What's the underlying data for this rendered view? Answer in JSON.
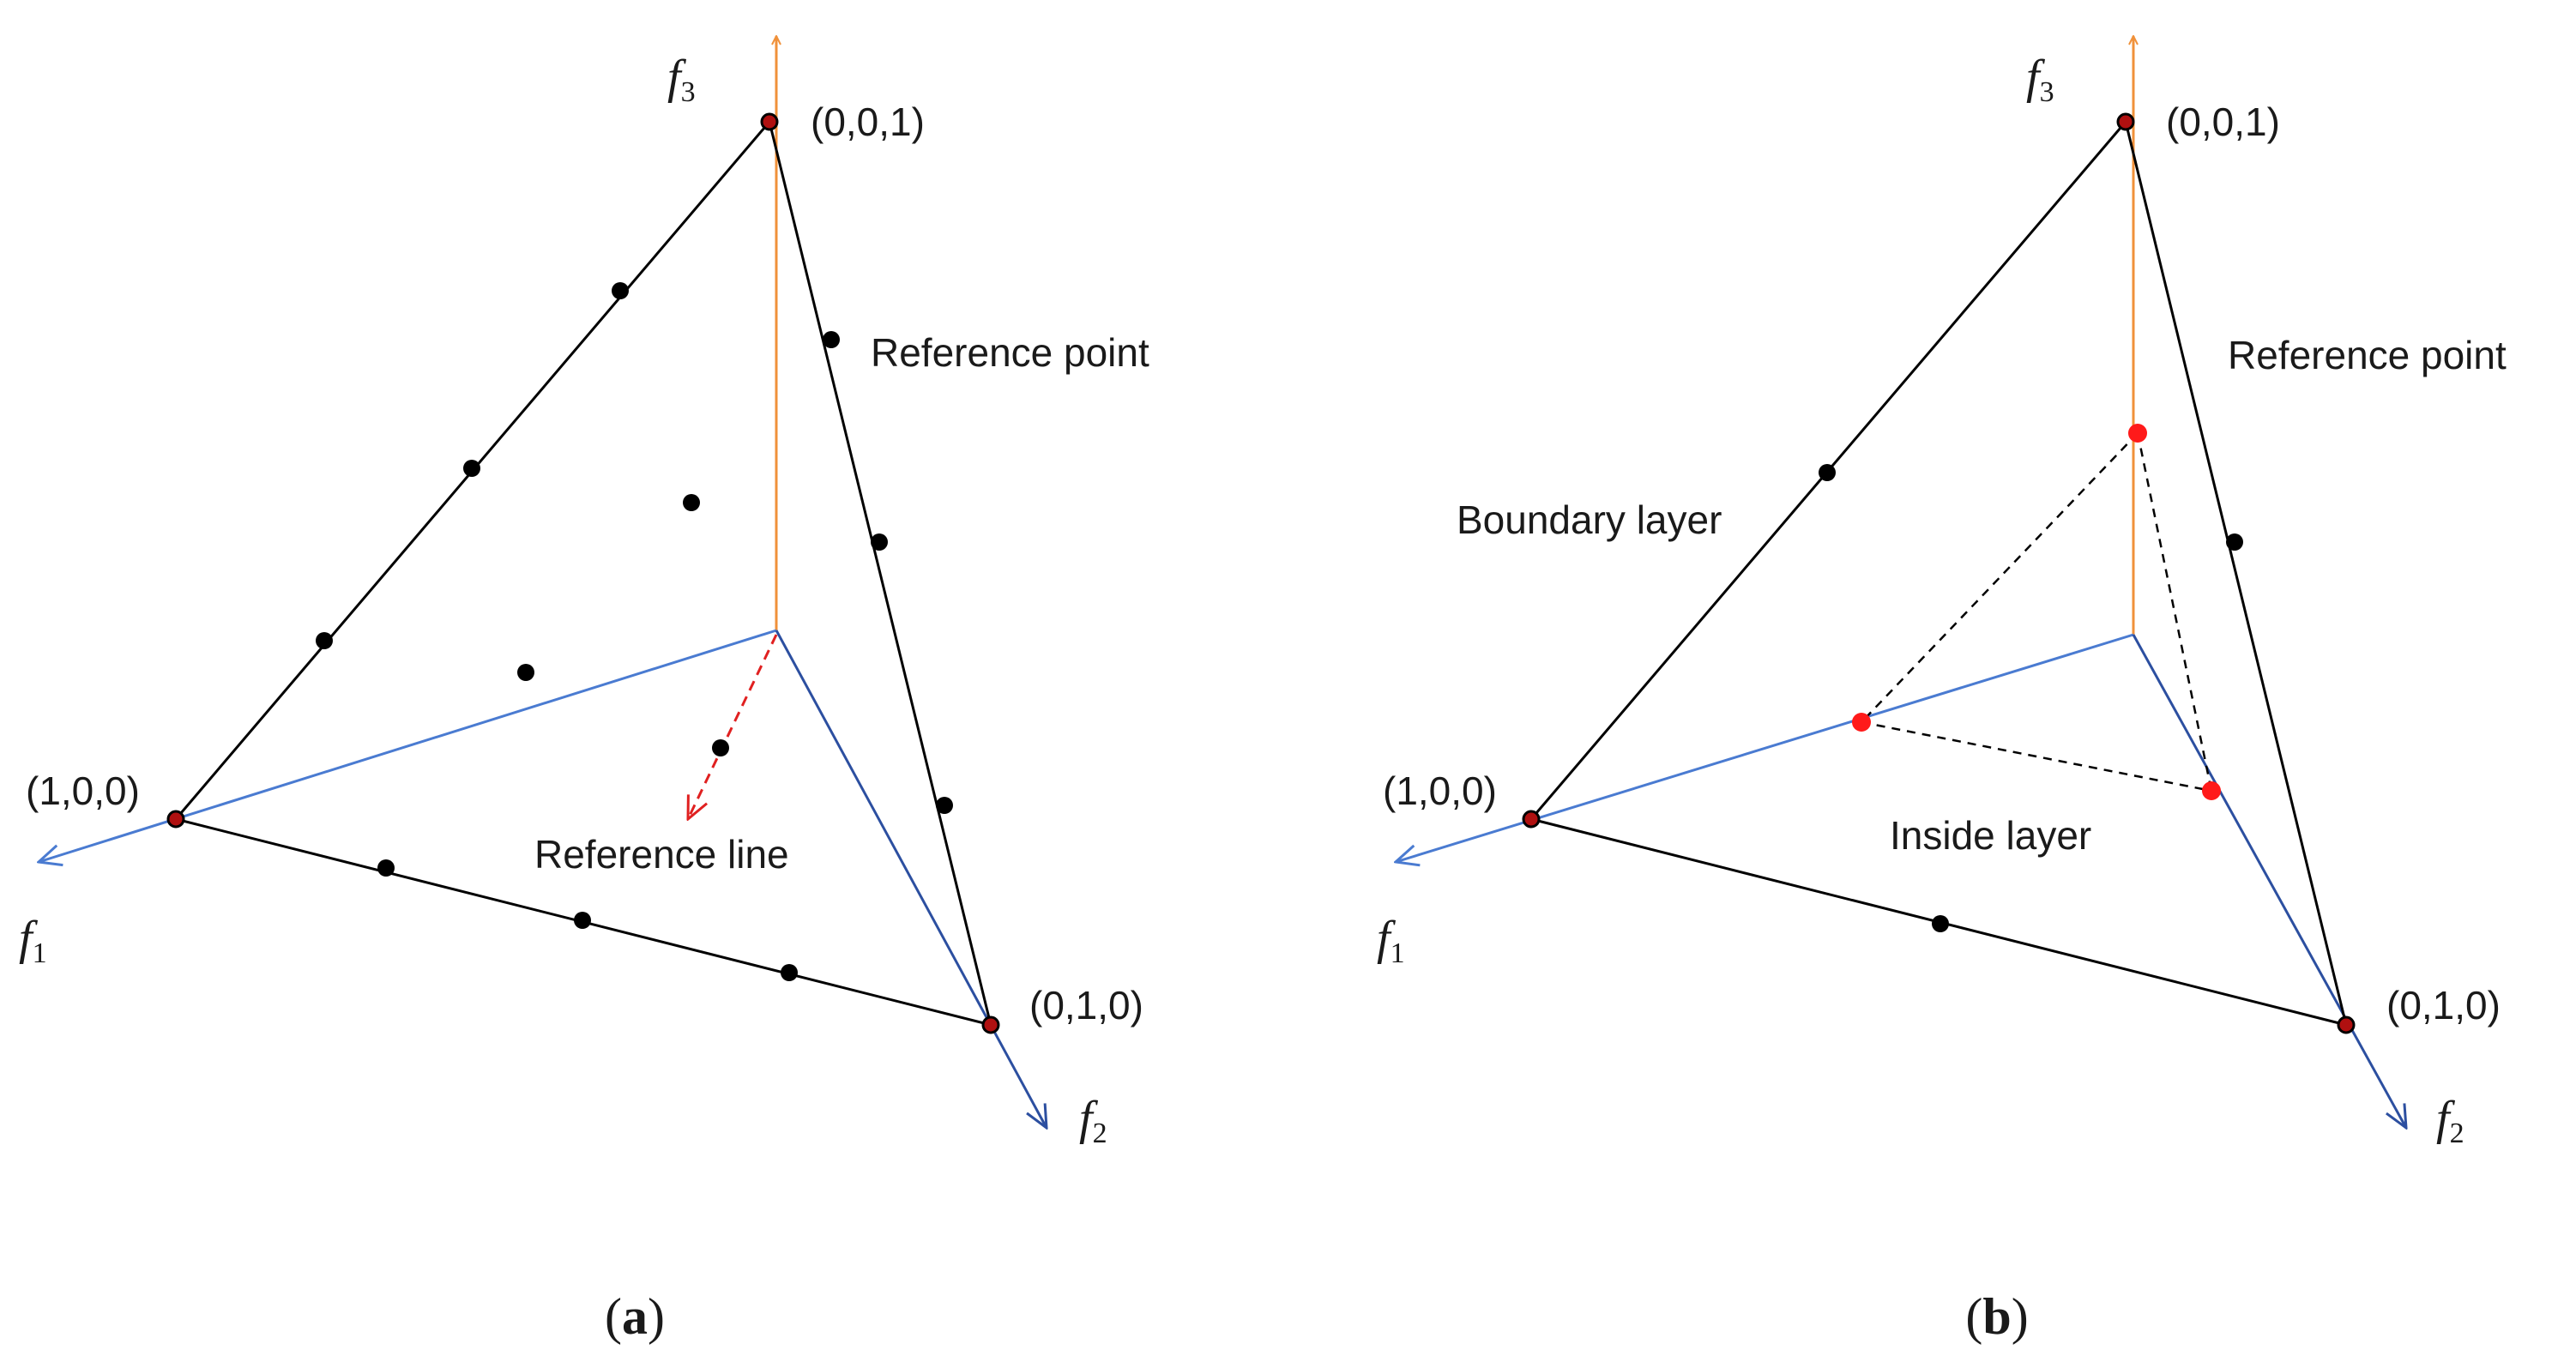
{
  "colors": {
    "edge": "#000000",
    "axis_f1": "#4a7bd1",
    "axis_f2": "#2c4fa0",
    "axis_f3": "#f0913a",
    "reference_line": "#e02020",
    "inside_point": "#ff1a1a",
    "vertex_fill": "#b01010"
  },
  "panels": [
    {
      "id": "a",
      "caption_open": "(",
      "caption_letter": "a",
      "caption_close": ")",
      "vertex_f3": "(0,0,1)",
      "vertex_f1": "(1,0,0)",
      "vertex_f2": "(0,1,0)",
      "axis_f3": "f",
      "axis_f3_sub": "3",
      "axis_f1": "f",
      "axis_f1_sub": "1",
      "axis_f2": "f",
      "axis_f2_sub": "2",
      "label_reference_point": "Reference point",
      "label_reference_line": "Reference line"
    },
    {
      "id": "b",
      "caption_open": "(",
      "caption_letter": "b",
      "caption_close": ")",
      "vertex_f3": "(0,0,1)",
      "vertex_f1": "(1,0,0)",
      "vertex_f2": "(0,1,0)",
      "axis_f3": "f",
      "axis_f3_sub": "3",
      "axis_f1": "f",
      "axis_f1_sub": "1",
      "axis_f2": "f",
      "axis_f2_sub": "2",
      "label_reference_point": "Reference point",
      "label_boundary_layer": "Boundary layer",
      "label_inside_layer": "Inside layer"
    }
  ]
}
